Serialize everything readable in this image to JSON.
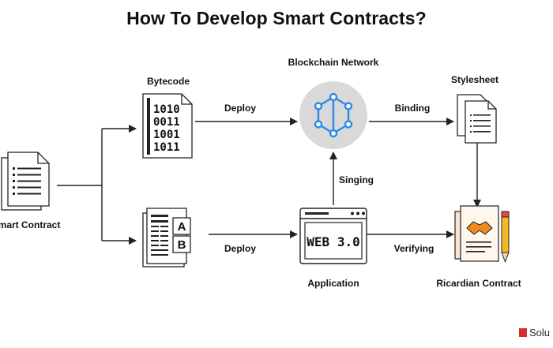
{
  "title": "How To Develop Smart Contracts?",
  "nodes": {
    "smart_contract": "Smart Contract",
    "bytecode": "Bytecode",
    "blockchain_network": "Blockchain Network",
    "stylesheet": "Stylesheet",
    "application": "Application",
    "ricardian_contract": "Ricardian Contract"
  },
  "edges": {
    "deploy_top": "Deploy",
    "deploy_bottom": "Deploy",
    "binding": "Binding",
    "singing": "Singing",
    "verifying": "Verifying"
  },
  "bytecode_text": [
    "1010",
    "0011",
    "1001",
    "1011"
  ],
  "web3_text": "WEB 3.0",
  "doc_letters": [
    "A",
    "B"
  ],
  "brand": "Solu",
  "colors": {
    "network_circle": "#d9d9d9",
    "network_graph": "#2b8be6",
    "handshake_bg": "#fbe3cf",
    "handshake": "#f08a1c",
    "pencil": "#f5b824",
    "pencil_tip": "#e24a3b",
    "brand": "#d92b2b"
  }
}
